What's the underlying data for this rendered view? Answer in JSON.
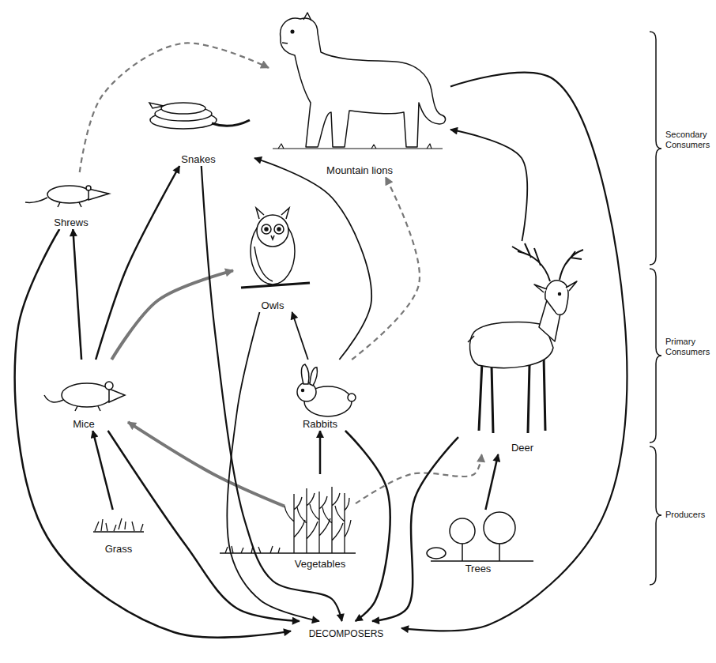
{
  "diagram": {
    "nodes": [
      {
        "text": [
          "Mountain lions"
        ]
      },
      {
        "text": [
          "Snakes"
        ]
      },
      {
        "text": [
          "Shrews"
        ]
      },
      {
        "text": [
          "Owls"
        ]
      },
      {
        "text": [
          "Mice"
        ]
      },
      {
        "text": [
          "Rabbits"
        ]
      },
      {
        "text": [
          "Deer"
        ]
      },
      {
        "text": [
          "Grass"
        ]
      },
      {
        "text": [
          "Vegetables"
        ]
      },
      {
        "text": [
          "Trees"
        ]
      },
      {
        "text": [
          "DECOMPOSERS"
        ]
      }
    ],
    "edges": [
      {
        "from": 2,
        "to": 0,
        "arrow": "to"
      },
      {
        "from": 4,
        "to": 2,
        "arrow": "to"
      },
      {
        "from": 4,
        "to": 1,
        "arrow": "to"
      },
      {
        "from": 4,
        "to": 3,
        "arrow": "to"
      },
      {
        "from": 7,
        "to": 4,
        "arrow": "to"
      },
      {
        "from": 8,
        "to": 4,
        "arrow": "to"
      },
      {
        "from": 8,
        "to": 5,
        "arrow": "to"
      },
      {
        "from": 8,
        "to": 6,
        "arrow": "to"
      },
      {
        "from": 9,
        "to": 6,
        "arrow": "to"
      },
      {
        "from": 5,
        "to": 1,
        "arrow": "to"
      },
      {
        "from": 5,
        "to": 3,
        "arrow": "to"
      },
      {
        "from": 5,
        "to": 0,
        "arrow": "to"
      },
      {
        "from": 6,
        "to": 0,
        "arrow": "to"
      },
      {
        "from": 2,
        "to": 10,
        "arrow": "to"
      },
      {
        "from": 4,
        "to": 10,
        "arrow": "to"
      },
      {
        "from": 1,
        "to": 10,
        "arrow": "to"
      },
      {
        "from": 3,
        "to": 10,
        "arrow": "to"
      },
      {
        "from": 5,
        "to": 10,
        "arrow": "to"
      },
      {
        "from": 6,
        "to": 10,
        "arrow": "to"
      },
      {
        "from": 0,
        "to": 10,
        "arrow": "to"
      }
    ],
    "labels": [
      "Secondary Consumers",
      "Primary Consumers",
      "Producers"
    ]
  }
}
